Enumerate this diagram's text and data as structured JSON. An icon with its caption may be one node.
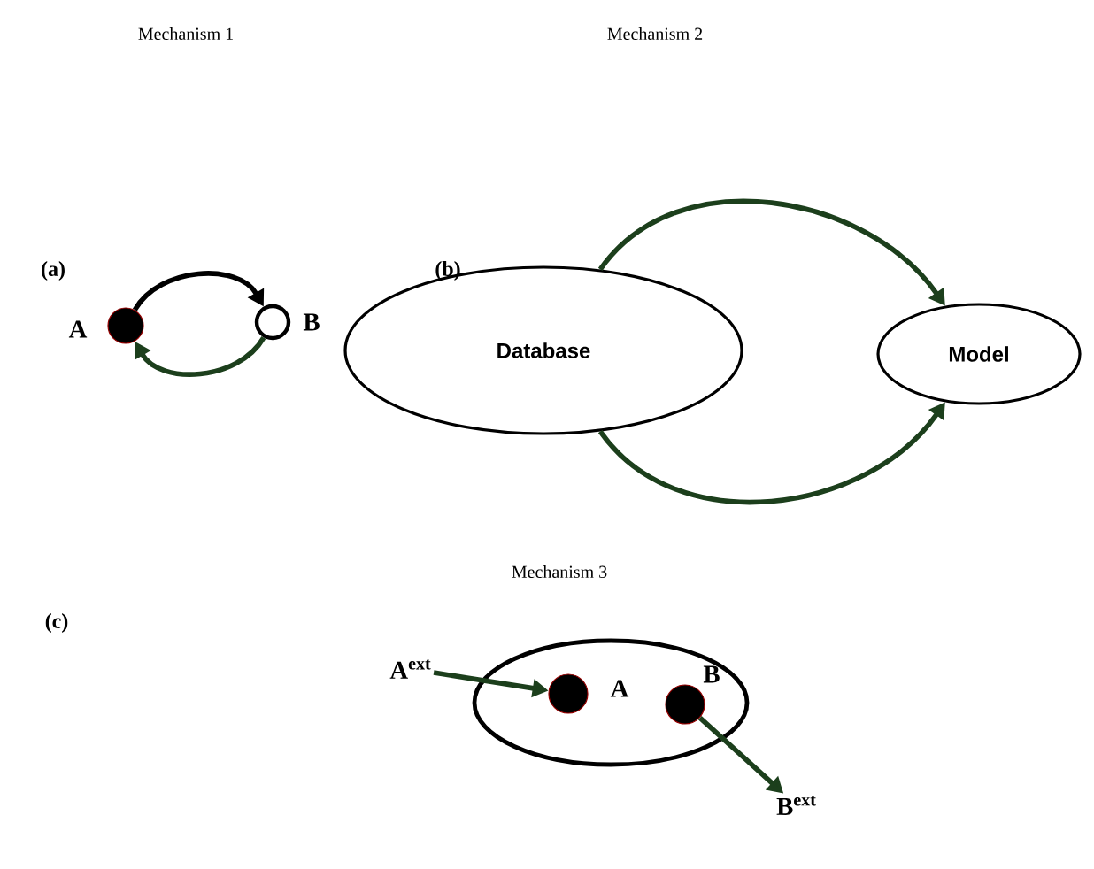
{
  "diagram": {
    "nodes": [
      {
        "text": [],
        "shape": "dot",
        "beside": [
          "A"
        ]
      },
      {
        "text": [],
        "shape": "circle",
        "beside": [
          "B"
        ]
      },
      {
        "text": [
          "Database"
        ]
      },
      {
        "text": [
          "Model"
        ]
      },
      {
        "text": [],
        "shape": "ellipse"
      },
      {
        "text": [],
        "shape": "dot",
        "beside": [
          "A"
        ],
        "in": 4
      },
      {
        "text": [],
        "shape": "dot",
        "beside": [
          "B"
        ],
        "in": 4
      },
      {
        "text": [
          "A$^{ext}$"
        ]
      },
      {
        "text": [
          "B$^{ext}$"
        ]
      }
    ],
    "edges": [
      {
        "from": 0,
        "to": 1,
        "arrow": "to",
        "color": "#000000"
      },
      {
        "from": 1,
        "to": 0,
        "arrow": "to"
      },
      {
        "from": 2,
        "to": 3,
        "arrow": "to"
      },
      {
        "from": 2,
        "to": 3,
        "arrow": "to"
      },
      {
        "from": 7,
        "to": 5,
        "arrow": "to"
      },
      {
        "from": 6,
        "to": 8,
        "arrow": "to"
      }
    ],
    "labels": [
      "Mechanism 1",
      "Mechanism 2",
      "(a)",
      "(b)",
      "Mechanism 3",
      "(c)"
    ]
  }
}
